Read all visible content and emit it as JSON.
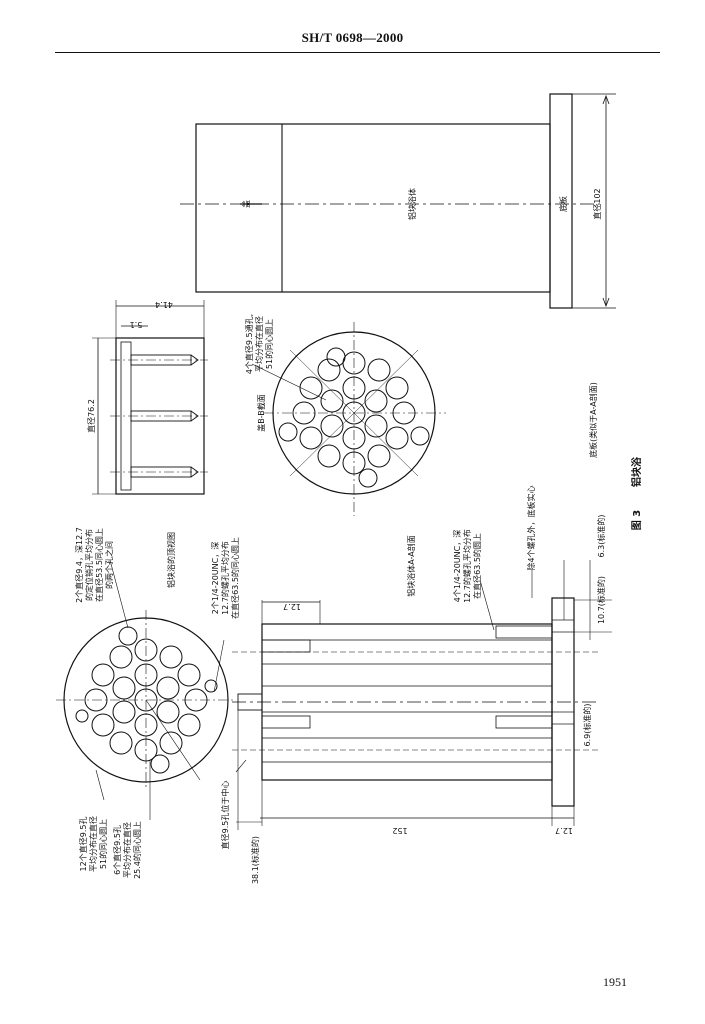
{
  "header": {
    "standard_no": "SH/T 0698—2000"
  },
  "figure": {
    "caption_no": "图 3",
    "caption_title": "铝块浴",
    "side_labels": {
      "cover": "盖",
      "block_body": "铝块浴体",
      "base_plate": "底板",
      "base_diameter": "直径102"
    },
    "cover_view": {
      "title": "盖B-B截面",
      "holes_note_1": "4个直径9.5通孔,",
      "holes_note_2": "平均分布在直径",
      "holes_note_3": "51的同心圆上"
    },
    "side_section": {
      "dim_diameter": "直径76.2",
      "dim_41": "41.4",
      "dim_51": "5.1"
    },
    "top_view": {
      "title": "铝块浴的顶视图",
      "note_12_1": "2个直径9.4，深12.7",
      "note_12_2": "的定位销孔平均分布",
      "note_12_3": "在直径53.5同心圆上",
      "note_12_4": "的两个孔之间",
      "note_unc_1": "2个1/4-20UNC，深",
      "note_unc_2": "12.7的螺孔平均分布",
      "note_unc_3": "在直径63.5的同心圆上",
      "note_a_1": "12个直径9.5孔",
      "note_a_2": "平均分布在直径",
      "note_a_3": "51的同心圆上",
      "note_b_1": "6个直径9.5孔",
      "note_b_2": "平均分布在直径",
      "note_b_3": "25.4的同心圆上",
      "center_note": "直径9.5孔位于中心"
    },
    "block_section": {
      "title": "铝块浴体A-A剖面",
      "note_1": "4个1/4-20UNC，深",
      "note_2": "12.7的螺孔平均分布",
      "note_3": "在直径63.5的圆上",
      "note_4": "除4个螺孔外，底板实心",
      "dim_length": "152",
      "dim_127": "12.7",
      "dim_381": "38.1(标准的)",
      "dim_69": "6.9(标准的)",
      "dim_107": "10.7(标准的)",
      "dim_63": "6.3(标准的)",
      "dim_top": "12.7",
      "base_note": "底板(类似于A-A剖面)"
    }
  },
  "page_number": "1951"
}
